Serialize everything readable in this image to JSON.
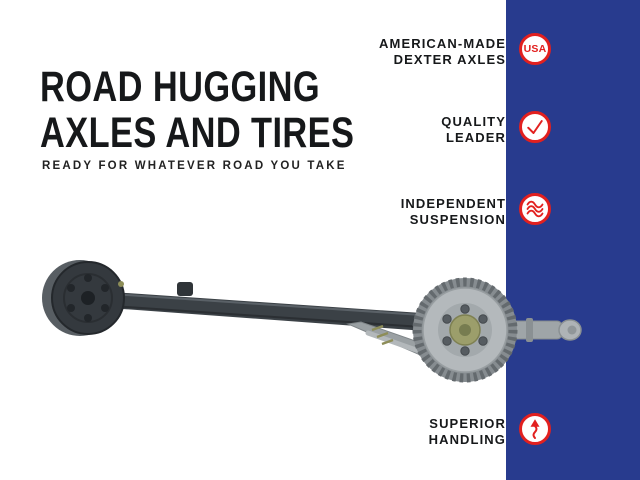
{
  "colors": {
    "band_blue": "#283b8e",
    "accent_red": "#e2201f",
    "text_dark": "#16181a"
  },
  "title": {
    "line1": "ROAD HUGGING",
    "line2": "AXLES AND TIRES",
    "subtitle": "READY FOR WHATEVER ROAD YOU TAKE"
  },
  "features": [
    {
      "line1": "AMERICAN-MADE",
      "line2": "DEXTER AXLES",
      "icon": "usa-badge-icon",
      "icon_text": "USA"
    },
    {
      "line1": "QUALITY",
      "line2": "LEADER",
      "icon": "checkmark-icon"
    },
    {
      "line1": "INDEPENDENT",
      "line2": "SUSPENSION",
      "icon": "coil-spring-icon"
    },
    {
      "line1": "SUPERIOR",
      "line2": "HANDLING",
      "icon": "bounce-arrow-icon"
    }
  ],
  "illustration": {
    "name": "trailer-axle-with-brake-drum"
  }
}
